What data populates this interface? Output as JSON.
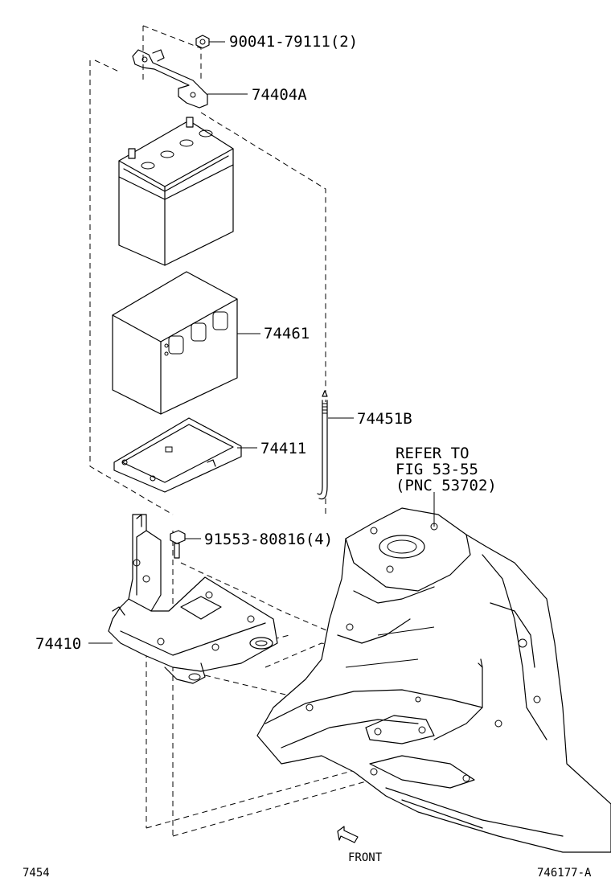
{
  "callouts": {
    "nut": "90041-79111(2)",
    "clamp": "74404A",
    "insulator": "74461",
    "rod": "74451B",
    "tray": "74411",
    "bolt": "91553-80816(4)",
    "carrier": "74410"
  },
  "reference": {
    "line1": "REFER TO",
    "line2": "FIG 53-55",
    "line3": "(PNC 53702)"
  },
  "front_label": "FRONT",
  "footer": {
    "page_code": "7454",
    "figure_code": "746177-A"
  }
}
